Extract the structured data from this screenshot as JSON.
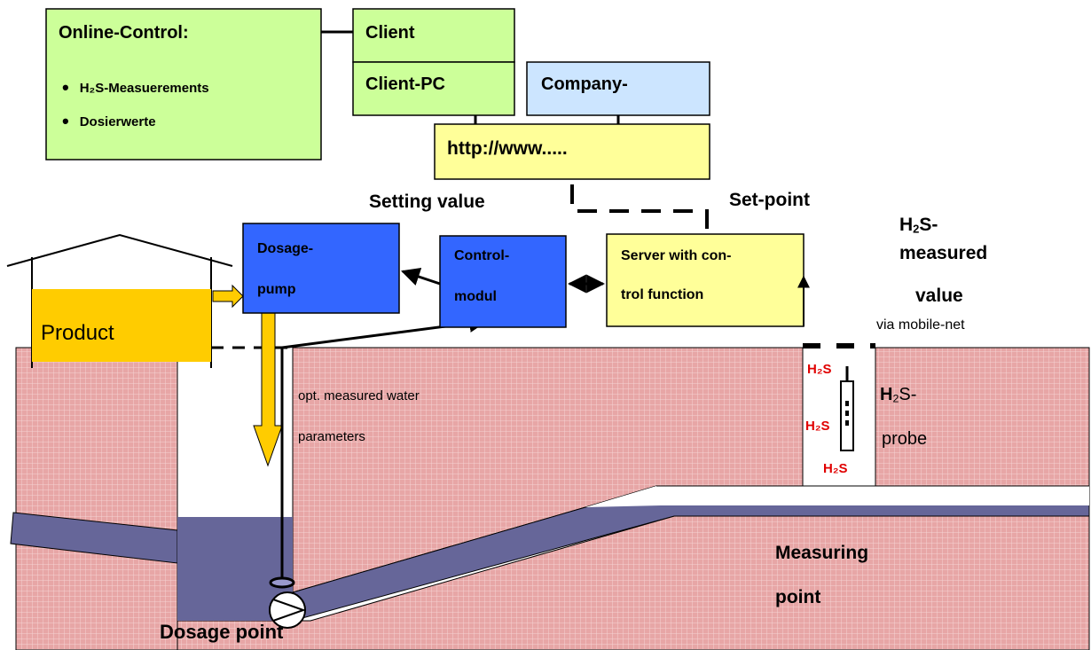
{
  "online_control": {
    "title": "Online-Control:",
    "items": [
      "H₂S-Measuerements",
      "Dosierwerte"
    ]
  },
  "client": {
    "title": "Client",
    "pc": "Client-PC"
  },
  "company": {
    "label": "Company-",
    "url": "http://www....."
  },
  "labels": {
    "setting_value": "Setting value",
    "set_point": "Set-point",
    "h2s_prefix": "H",
    "h2s_sub": "2",
    "h2s_suffix": "S-",
    "measured": "measured",
    "value": "value",
    "via_mobile": "via mobile-net",
    "opt_line1": "opt. measured water",
    "opt_line2": "parameters",
    "probe_h": "H",
    "probe_sub": "2",
    "probe_s": "S-",
    "probe": "probe",
    "measuring": "Measuring",
    "point": "point",
    "dosage_point": "Dosage point",
    "product": "Product",
    "h2s_gas": "H₂S"
  },
  "modules": {
    "dosage_line1": "Dosage-",
    "dosage_line2": "pump",
    "control_line1": "Control-",
    "control_line2": "modul",
    "server_line1": "Server with con-",
    "server_line2": "trol function"
  },
  "colors": {
    "green_box": "#ccff99",
    "blue_light": "#cce5ff",
    "yellow_box": "#ffff99",
    "module_blue": "#3366ff",
    "product": "#ffcc00",
    "soil": "#e7a6a6",
    "water": "#666699",
    "h2s_red": "#e00000"
  }
}
